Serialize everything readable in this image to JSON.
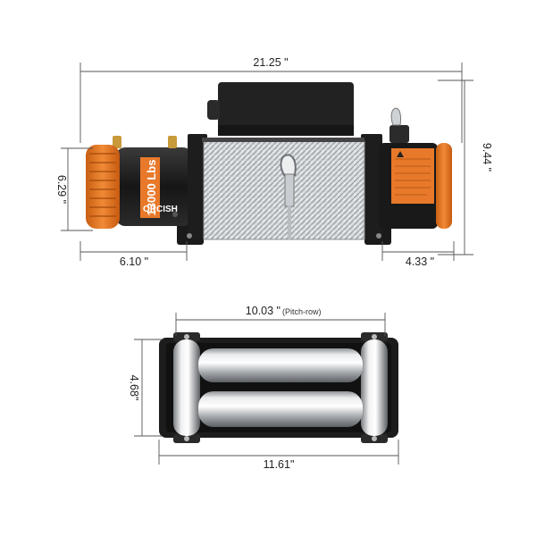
{
  "winch": {
    "brand": "ORCISH",
    "capacity_label": "13000 Lbs",
    "dimensions": {
      "overall_length": "21.25 \"",
      "overall_height": "9.44 \"",
      "drum_height": "6.29 \"",
      "motor_side": "6.10 \"",
      "control_side": "4.33 \""
    }
  },
  "fairlead": {
    "dimensions": {
      "pitch_row": "10.03 \"",
      "pitch_row_note": "(Pitch-row)",
      "height": "4.68\"",
      "width": "11.61\""
    }
  },
  "colors": {
    "accent_orange": "#e8792a",
    "body_black": "#1f1f1f",
    "dimension_line": "#555555"
  }
}
